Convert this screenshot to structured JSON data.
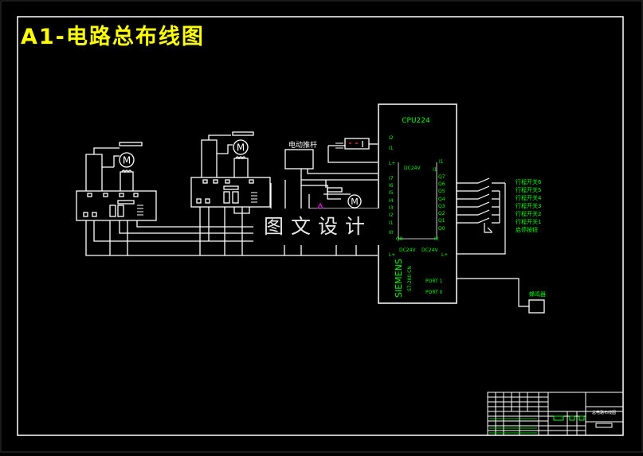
{
  "title": "A1-电路总布线图",
  "watermark": "图文设计",
  "plc": {
    "model": "CPU224",
    "brand": "SIEMENS",
    "series": "S7-200 CN",
    "port1": "PORT 1",
    "port0": "PORT 0",
    "left_inputs": [
      "I2",
      "I1",
      "L+",
      "I7",
      "I6",
      "I5",
      "I4",
      "I3",
      "I2",
      "I1",
      "I0",
      "Q0"
    ],
    "right_outputs": [
      "I1",
      "I1",
      "Q7",
      "Q6",
      "Q5",
      "Q4",
      "Q3",
      "Q2",
      "Q1",
      "Q0",
      "I0"
    ],
    "mid_label": "I1",
    "dc_label": "DC24V",
    "l_plus_bottom": "L+",
    "m_label1": "DC24V",
    "m_label2": "DC24V"
  },
  "labels": {
    "drive_pusher": "电动推杆",
    "buzzer": "蜂鸣器",
    "limit_switches": [
      "行程开关6",
      "行程开关5",
      "行程开关4",
      "行程开关3",
      "行程开关2",
      "行程开关1",
      "启停按钮"
    ]
  },
  "motors": [
    {
      "symbol": "M"
    },
    {
      "symbol": "M"
    },
    {
      "symbol": "M"
    }
  ],
  "title_block": {
    "name": "总电路布线图"
  },
  "colors": {
    "wire": "#ffffff",
    "label": "#00ff00",
    "title": "#ffff00",
    "marker": "#ff00ff",
    "accent_red": "#ff3030"
  }
}
